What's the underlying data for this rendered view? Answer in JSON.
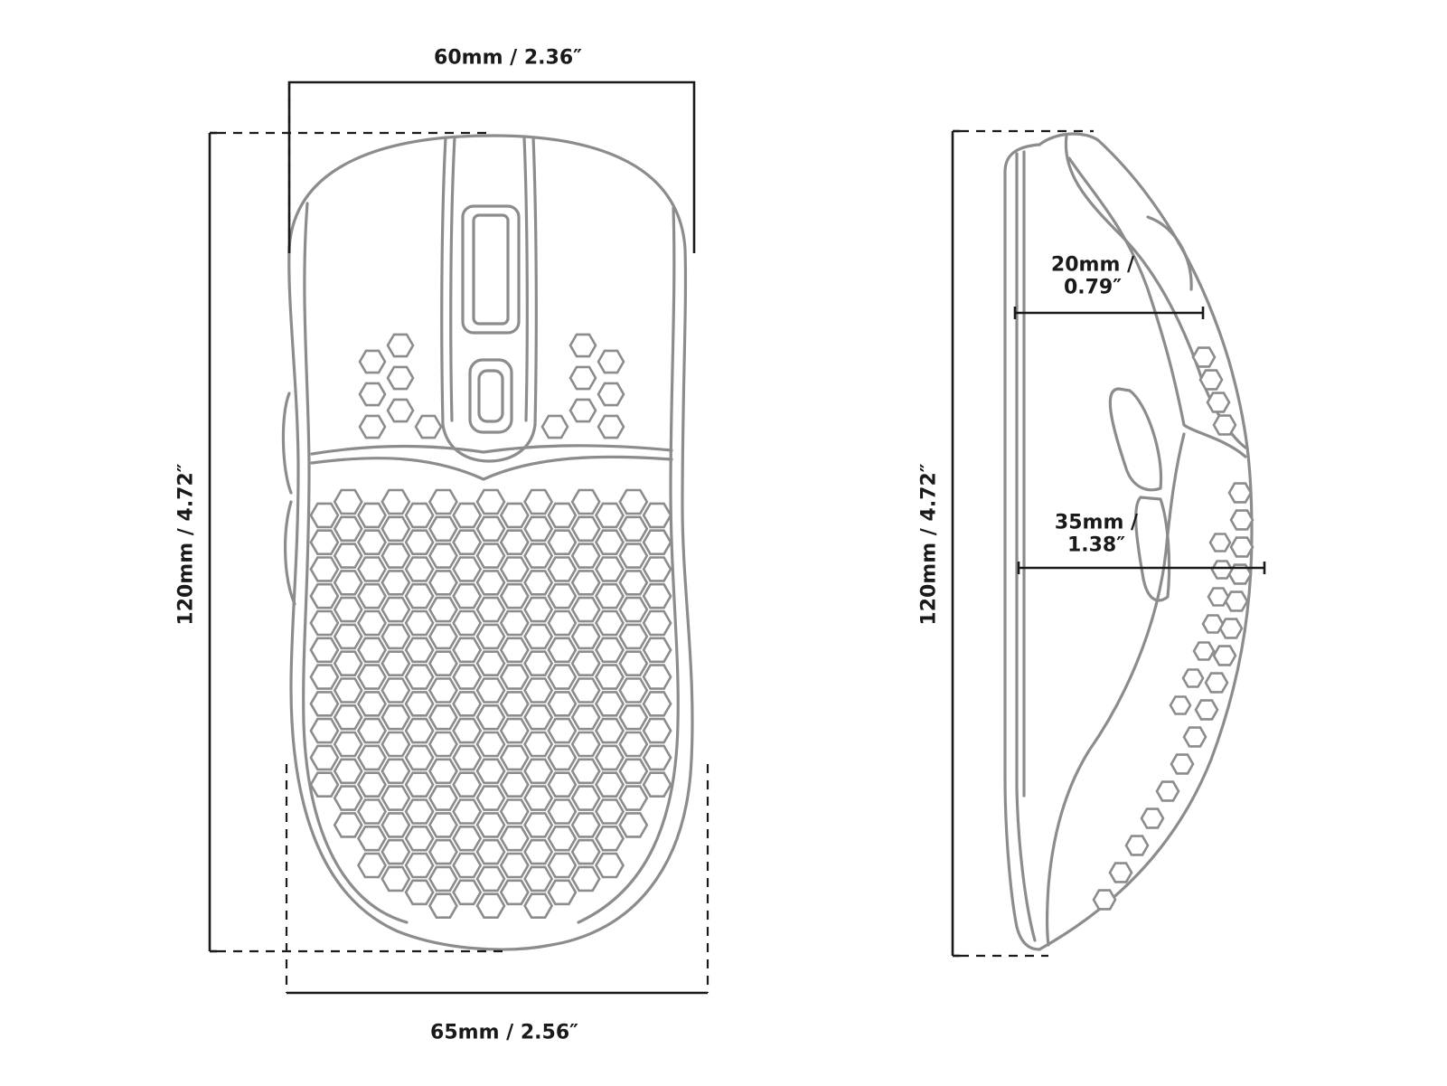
{
  "dimensions": {
    "top_width": "60mm / 2.36″",
    "bottom_width": "65mm / 2.56″",
    "length_top_view": "120mm / 4.72″",
    "length_side_view": "120mm / 4.72″",
    "front_height_line1": "20mm /",
    "front_height_line2": "0.79″",
    "hump_height_line1": "35mm /",
    "hump_height_line2": "1.38″"
  },
  "colors": {
    "dimension_lines": "#1a1a1a",
    "mouse_outline": "#8c8c8c",
    "background": "#ffffff"
  },
  "icons": [
    "mouse-top-view-drawing",
    "mouse-side-view-drawing",
    "honeycomb-hex-holes"
  ]
}
